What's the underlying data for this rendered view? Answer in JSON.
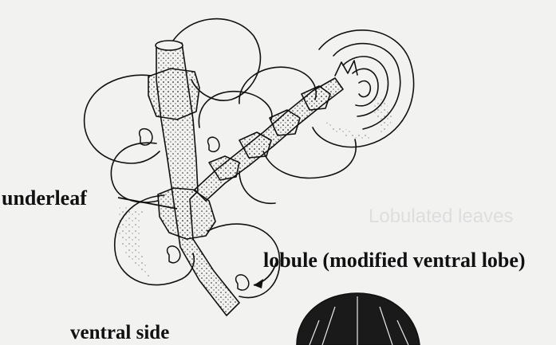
{
  "labels": {
    "underleaf": "underleaf",
    "lobule": "lobule (modified ventral lobe)",
    "ventral_side": "ventral side"
  },
  "ghost_text": {
    "bleed_through": "Lobulated leaves"
  },
  "colors": {
    "background": "#f2f2f0",
    "ink": "#111111",
    "ghost": "#dedede"
  }
}
